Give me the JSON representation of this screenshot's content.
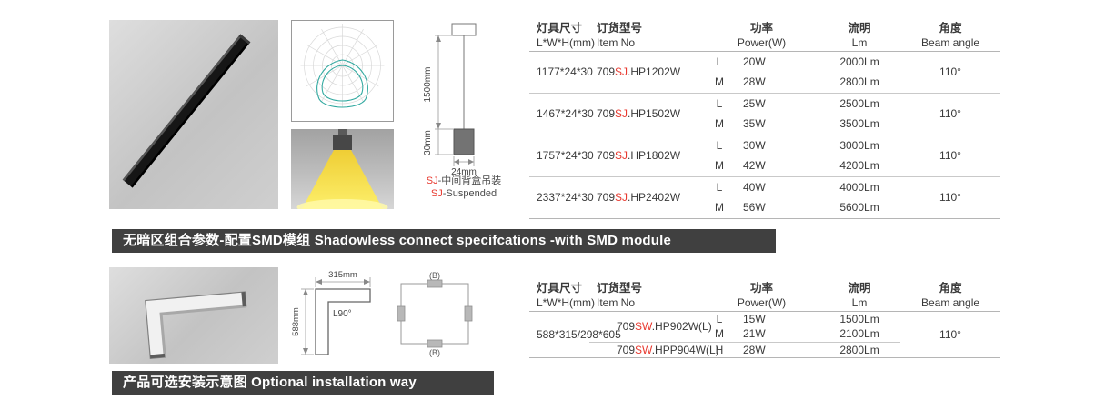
{
  "colors": {
    "accent_red": "#e8392f",
    "banner_bg": "#404040",
    "banner_text": "#ffffff",
    "photo_gray": "#c9c9c9",
    "beam_yellow": "#ffe94f"
  },
  "suspension": {
    "dim_length": "1500mm",
    "dim_height": "30mm",
    "dim_width": "24mm",
    "caption_cn_red": "SJ",
    "caption_cn": "-中间背盒吊装",
    "caption_en_red": "SJ",
    "caption_en": "-Suspended"
  },
  "banner1": {
    "text": "无暗区组合参数-配置SMD模组 Shadowless connect specifcations -with SMD module"
  },
  "banner2": {
    "text": "产品可选安装示意图 Optional installation way"
  },
  "corner": {
    "dim_width": "315mm",
    "dim_height": "588mm",
    "angle": "L90°"
  },
  "connector": {
    "top": "(B)",
    "bottom": "(B)"
  },
  "table1": {
    "header": {
      "size_cn": "灯具尺寸",
      "size_en": "L*W*H(mm)",
      "item_cn": "订货型号",
      "item_en": "Item No",
      "power_cn": "功率",
      "power_en": "Power(W)",
      "lumen_cn": "流明",
      "lumen_en": "Lm",
      "angle_cn": "角度",
      "angle_en": "Beam angle"
    },
    "rows": [
      {
        "size": "1177*24*30",
        "item_pre": "709",
        "item_red": "SJ",
        "item_suf": ".HP1202W",
        "p1m": "L",
        "p1w": "20W",
        "p1lm": "2000Lm",
        "p2m": "M",
        "p2w": "28W",
        "p2lm": "2800Lm",
        "angle": "110°"
      },
      {
        "size": "1467*24*30",
        "item_pre": "709",
        "item_red": "SJ",
        "item_suf": ".HP1502W",
        "p1m": "L",
        "p1w": "25W",
        "p1lm": "2500Lm",
        "p2m": "M",
        "p2w": "35W",
        "p2lm": "3500Lm",
        "angle": "110°"
      },
      {
        "size": "1757*24*30",
        "item_pre": "709",
        "item_red": "SJ",
        "item_suf": ".HP1802W",
        "p1m": "L",
        "p1w": "30W",
        "p1lm": "3000Lm",
        "p2m": "M",
        "p2w": "42W",
        "p2lm": "4200Lm",
        "angle": "110°"
      },
      {
        "size": "2337*24*30",
        "item_pre": "709",
        "item_red": "SJ",
        "item_suf": ".HP2402W",
        "p1m": "L",
        "p1w": "40W",
        "p1lm": "4000Lm",
        "p2m": "M",
        "p2w": "56W",
        "p2lm": "5600Lm",
        "angle": "110°"
      }
    ]
  },
  "table2": {
    "header": {
      "size_cn": "灯具尺寸",
      "size_en": "L*W*H(mm)",
      "item_cn": "订货型号",
      "item_en": "Item No",
      "power_cn": "功率",
      "power_en": "Power(W)",
      "lumen_cn": "流明",
      "lumen_en": "Lm",
      "angle_cn": "角度",
      "angle_en": "Beam angle"
    },
    "size": "588*315/298*605",
    "item1_pre": "709",
    "item1_red": "SW",
    "item1_suf": ".HP902W(L)",
    "item2_pre": "709",
    "item2_red": "SW",
    "item2_suf": ".HPP904W(L)",
    "rows": [
      {
        "m": "L",
        "w": "15W",
        "lm": "1500Lm"
      },
      {
        "m": "M",
        "w": "21W",
        "lm": "2100Lm"
      },
      {
        "m": "H",
        "w": "28W",
        "lm": "2800Lm"
      }
    ],
    "angle": "110°"
  }
}
